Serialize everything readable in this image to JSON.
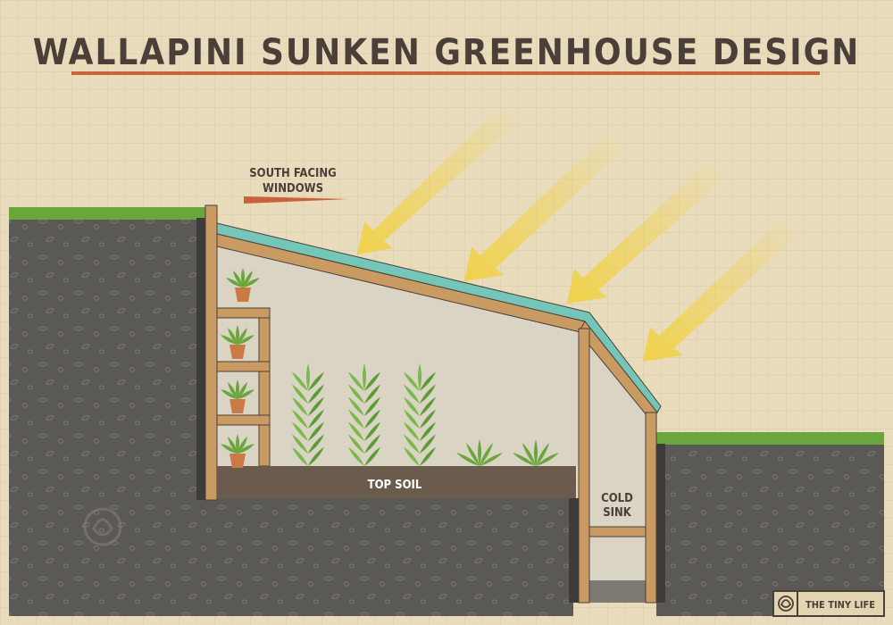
{
  "title": "WALLAPINI SUNKEN GREENHOUSE DESIGN",
  "labels": {
    "windows_line1": "SOUTH FACING",
    "windows_line2": "WINDOWS",
    "top_soil": "TOP SOIL",
    "cold_sink_line1": "COLD",
    "cold_sink_line2": "SINK"
  },
  "logo": {
    "text": "THE TINY LIFE",
    "icon": "lotus-icon"
  },
  "colors": {
    "background": "#e9dcbd",
    "title": "#4a4039",
    "accent": "#c8623a",
    "soil": "#5b5955",
    "grass": "#6aa63c",
    "wood": "#c99a62",
    "glass": "#74c6b9",
    "sun": "#f0d24a",
    "topsoil": "#6b5b4d"
  }
}
